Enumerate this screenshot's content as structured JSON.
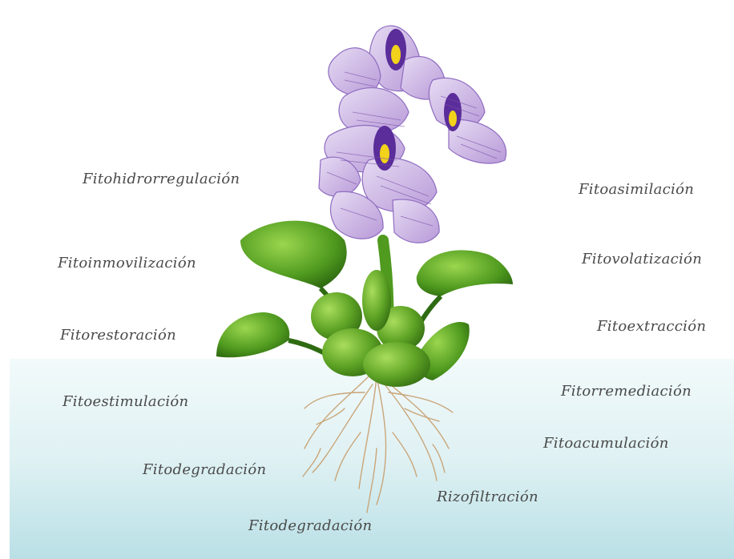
{
  "labels": {
    "fitohidrorregulacion": "Fitohidrorregulación",
    "fitoinmovilizacion": "Fitoinmovilización",
    "fitorestoracion": "Fitorestoración",
    "fitoestimulacion": "Fitoestimulación",
    "fitodegradacion_left": "Fitodegradación",
    "fitodegradacion_bottom": "Fitodegradación",
    "fitoasimilacion": "Fitoasimilación",
    "fitovolatizacion": "Fitovolatización",
    "fitoextraccion": "Fitoextracción",
    "fitorremediacion": "Fitorremediación",
    "fitoacumulacion": "Fitoacumulación",
    "rizofiltracion": "Rizofiltración"
  },
  "colors": {
    "text": "#4a4a4a",
    "water_top": "#e9f6f7",
    "water_bottom": "#bfe3e8",
    "leaf_dark": "#2f6b12",
    "leaf_light": "#7fc23a",
    "petal": "#c7b0e3",
    "petal_vein": "#7a4fa8",
    "flower_eye": "#5a2d9a",
    "flower_yellow": "#f2d21a",
    "root": "#c9a67a"
  },
  "illustration": "water-hyacinth-plant"
}
